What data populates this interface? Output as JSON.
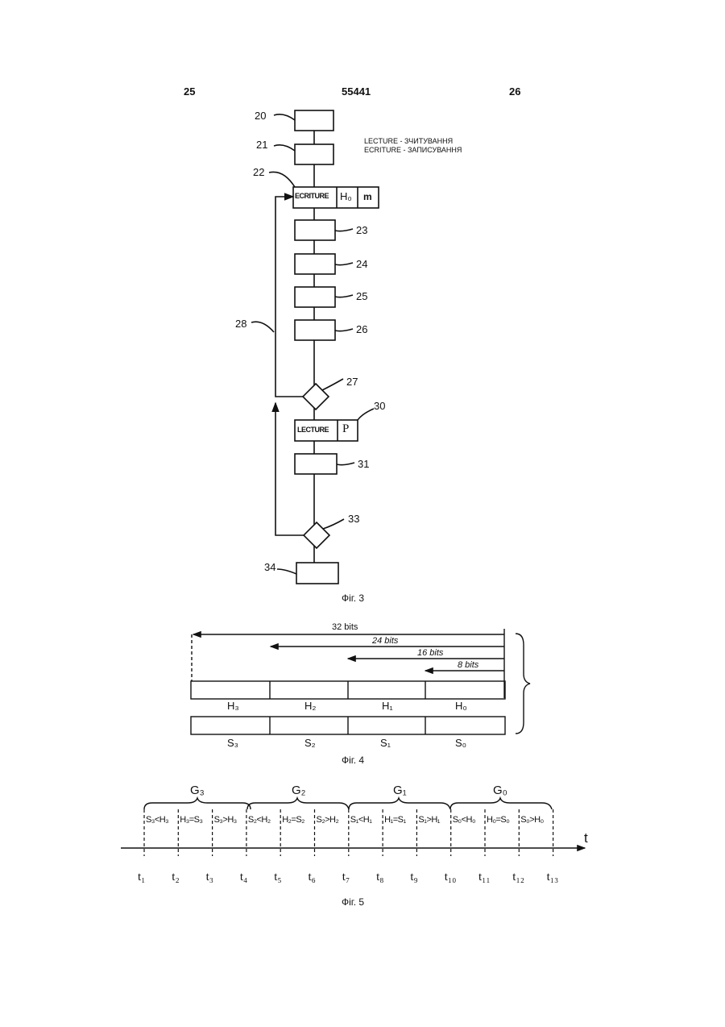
{
  "header": {
    "page_left": "25",
    "doc_number": "55441",
    "page_right": "26"
  },
  "legend": {
    "lecture": "LECTURE   - ЗЧИТУВАННЯ",
    "ecriture": "ECRITURE - ЗАПИСУВАННЯ"
  },
  "fig3": {
    "caption": "Фіг. 3",
    "blocks": {
      "b20": "20",
      "b21": "21",
      "b22": "22",
      "b23": "23",
      "b24": "24",
      "b25": "25",
      "b26": "26",
      "b27": "27",
      "b28": "28",
      "b30": "30",
      "b31": "31",
      "b33": "33",
      "b34": "34"
    },
    "box22": {
      "cell1": "ECRITURE",
      "cell2": "H₀",
      "cell3": "m"
    },
    "box30": {
      "cell1": "LECTURE",
      "cell2": "P"
    }
  },
  "fig4": {
    "caption": "Фіг. 4",
    "widths": [
      "32 bits",
      "24 bits",
      "16 bits",
      "8 bits"
    ],
    "h_labels": [
      "H₃",
      "H₂",
      "H₁",
      "H₀"
    ],
    "s_labels": [
      "S₃",
      "S₂",
      "S₁",
      "S₀"
    ]
  },
  "fig5": {
    "caption": "Фіг. 5",
    "axis_label": "t",
    "groups": [
      "G₃",
      "G₂",
      "G₁",
      "G₀"
    ],
    "conditions": [
      "S₃<H₃",
      "H₃=S₃",
      "S₃>H₃",
      "S₂<H₂",
      "H₂=S₂",
      "S₂>H₂",
      "S₁<H₁",
      "H₁=S₁",
      "S₁>H₁",
      "S₀<H₀",
      "H₀=S₀",
      "S₀>H₀"
    ],
    "ticks": [
      "t₁",
      "t₂",
      "t₃",
      "t₄",
      "t₅",
      "t₆",
      "t₇",
      "t₈",
      "t₉",
      "t₁₀",
      "t₁₁",
      "t₁₂",
      "t₁₃"
    ]
  }
}
